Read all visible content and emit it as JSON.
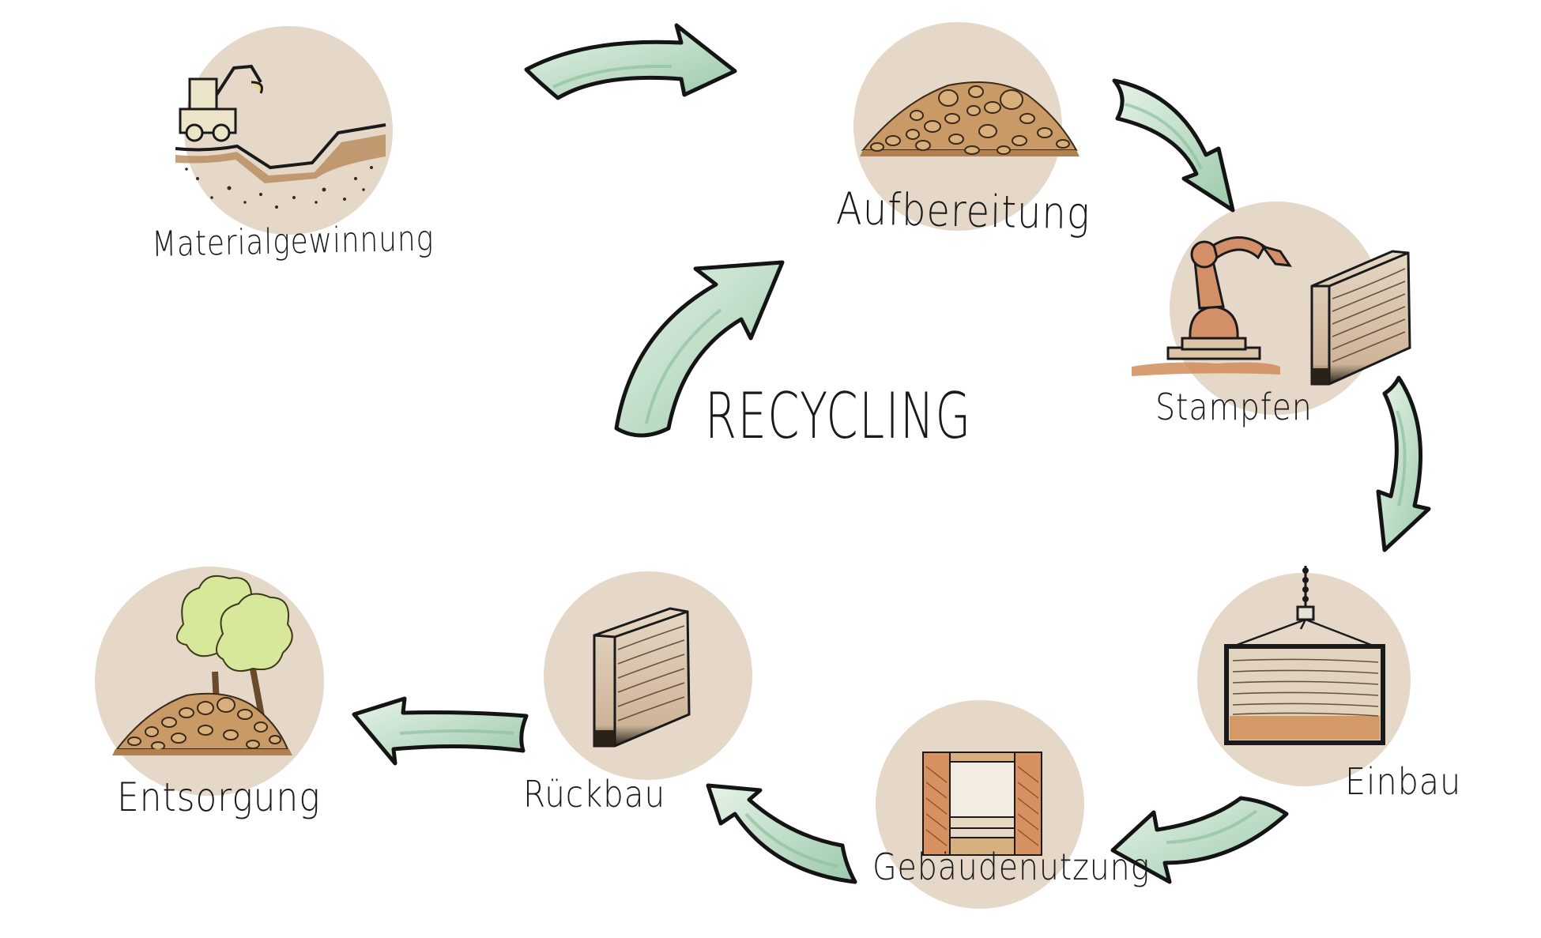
{
  "diagram": {
    "center_label": "RECYCLING",
    "stages": [
      {
        "label": "Materialgewinnung",
        "icon": "excavator-icon"
      },
      {
        "label": "Aufbereitung",
        "icon": "earth-pile-icon"
      },
      {
        "label": "Stampfen",
        "icon": "robot-arm-rammed-wall-icon"
      },
      {
        "label": "Einbau",
        "icon": "crane-lifted-wall-panel-icon"
      },
      {
        "label": "Gebäudenutzung",
        "icon": "building-section-icon"
      },
      {
        "label": "Rückbau",
        "icon": "rammed-earth-wall-icon"
      },
      {
        "label": "Entsorgung",
        "icon": "earth-pile-with-trees-icon"
      }
    ]
  },
  "colors": {
    "circle_fill": "#e6d8c8",
    "arrow_fill": "#cfe6d4",
    "arrow_shade": "#8fc1a0",
    "arrow_outline": "#141414",
    "earth_light": "#c99a66",
    "earth_dark": "#8a5a32",
    "tree_foliage": "#d8e89a",
    "wood": "#d19a66"
  }
}
